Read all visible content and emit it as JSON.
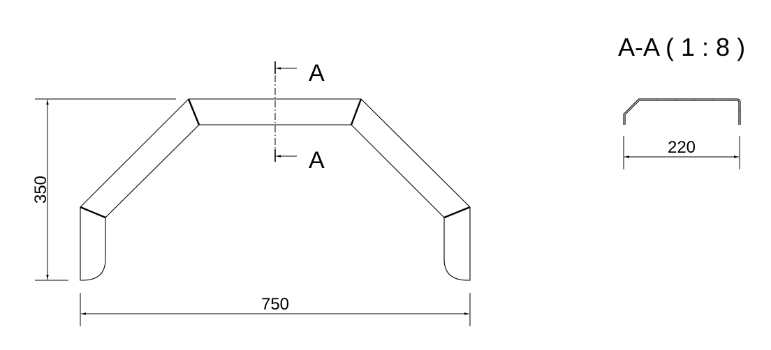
{
  "drawing": {
    "section_label_top": "A",
    "section_label_bottom": "A",
    "section_title": "A-A ( 1 : 8 )",
    "dimensions": {
      "height": "350",
      "width": "750",
      "section_width": "220"
    },
    "line_color": "#000000",
    "background": "#ffffff"
  }
}
